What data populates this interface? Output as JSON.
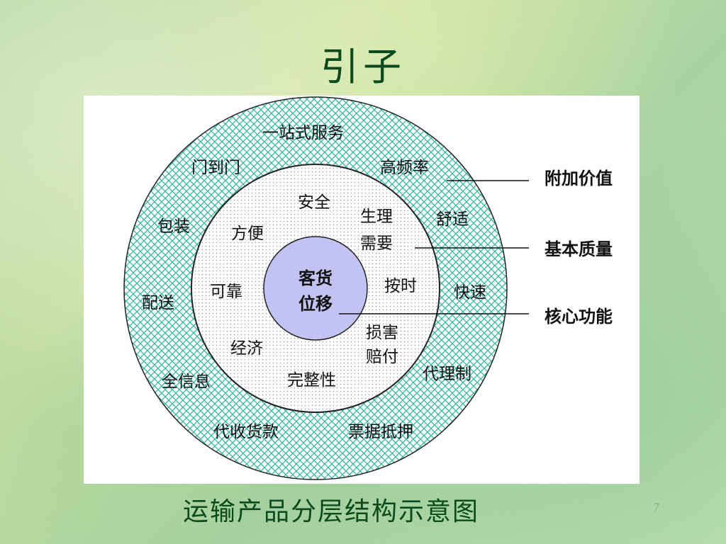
{
  "slide": {
    "title": "引子",
    "caption": "运输产品分层结构示意图",
    "page_number": "7"
  },
  "diagram": {
    "outer_ring": {
      "name": "附加价值",
      "items": [
        "一站式服务",
        "门到门",
        "高频率",
        "包装",
        "舒适",
        "配送",
        "快速",
        "全信息",
        "代理制",
        "代收货款",
        "票据抵押"
      ]
    },
    "middle_ring": {
      "name": "基本质量",
      "items": [
        "安全",
        "方便",
        "生理",
        "需要",
        "可靠",
        "按时",
        "经济",
        "损害",
        "赔付",
        "完整性"
      ]
    },
    "core": {
      "name": "核心功能",
      "lines": [
        "客货",
        "位移"
      ]
    }
  },
  "colors": {
    "title": "#0b4a1c",
    "outer_hatch": "#33b89a",
    "core_fill": "#c3c3f3"
  }
}
